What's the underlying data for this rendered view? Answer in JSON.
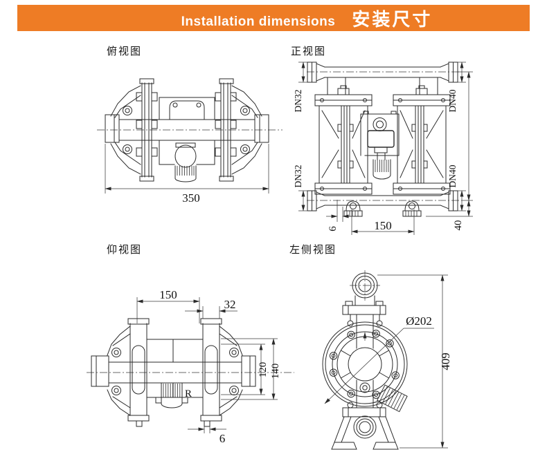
{
  "header": {
    "title_en": "Installation dimensions",
    "title_zh": "安装尺寸",
    "bg_color": "#ee7c25",
    "text_color": "#ffffff"
  },
  "views": {
    "top": {
      "label": "俯视图",
      "dims": {
        "overall_width": "350"
      }
    },
    "front": {
      "label": "正视图",
      "dims": {
        "port_top_left": "DN32",
        "port_top_right": "DN40",
        "port_bottom_left": "DN32",
        "port_bottom_right": "DN40",
        "foot_offset": "6",
        "foot_spacing": "150",
        "base_height": "40"
      }
    },
    "bottom": {
      "label": "仰视图",
      "dims": {
        "port_spacing": "150",
        "flange_width": "32",
        "body_depth": "120",
        "overall_depth": "140",
        "radius_mark": "R",
        "slot_width": "6"
      }
    },
    "left": {
      "label": "左侧视图",
      "dims": {
        "flange_diameter": "Ø202",
        "overall_height": "409"
      }
    }
  }
}
